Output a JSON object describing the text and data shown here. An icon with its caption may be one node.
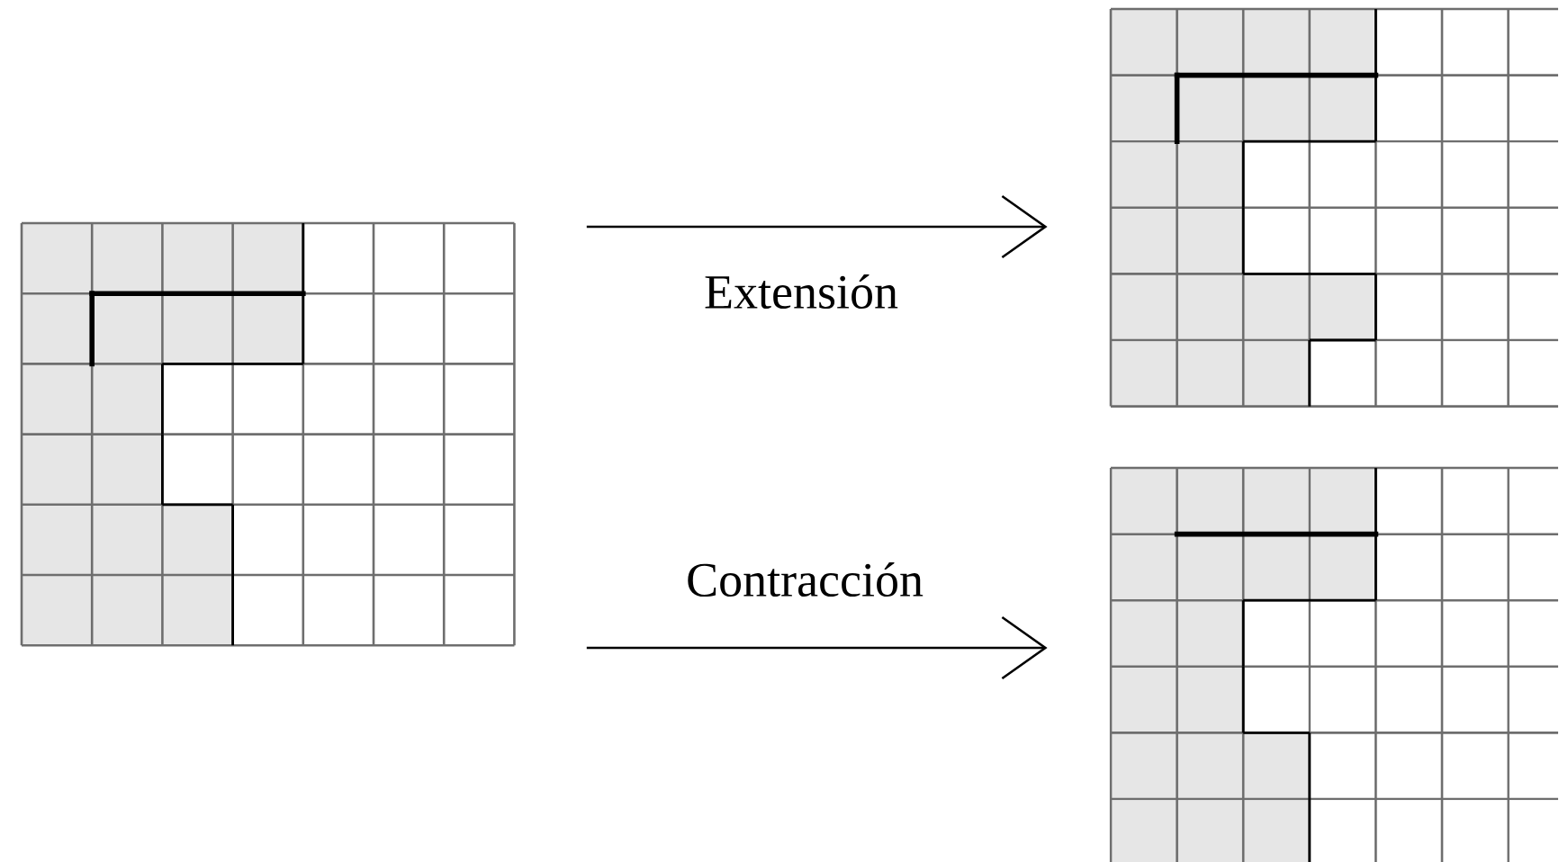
{
  "diagram": {
    "nodes": [
      {
        "text": [],
        "shape": "grid"
      },
      {
        "text": [],
        "shape": "grid"
      },
      {
        "text": [],
        "shape": "grid"
      }
    ],
    "edges": [
      {
        "from": 0,
        "to": 1,
        "arrow": "to",
        "label": "Extensión"
      },
      {
        "from": 0,
        "to": 2,
        "arrow": "to",
        "label": "Contracción"
      }
    ]
  }
}
